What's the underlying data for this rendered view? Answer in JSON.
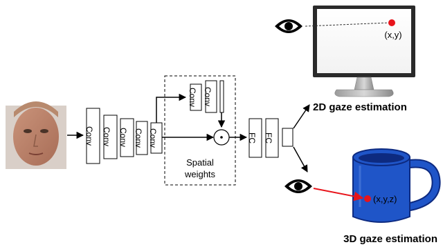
{
  "network": {
    "conv_layers": [
      "Conv",
      "Conv",
      "Conv",
      "Conv",
      "Conv"
    ],
    "spatial_branch": [
      "Conv",
      "Conv"
    ],
    "fc_layers": [
      "FC",
      "FC"
    ],
    "multiply_symbol": "⊙",
    "spatial_weights_line1": "Spatial",
    "spatial_weights_line2": "weights"
  },
  "outputs": {
    "gaze2d": {
      "label": "2D gaze estimation",
      "point_label": "(x,y)"
    },
    "gaze3d": {
      "label": "3D gaze estimation",
      "point_label": "(x,y,z)"
    }
  },
  "colors": {
    "gaze_point": "#e8141b",
    "mug_blue": "#1f55c8",
    "mug_dark": "#0d2a80",
    "monitor_frame": "#2a2a2a"
  },
  "icons": [
    "eye-icon",
    "monitor-icon",
    "mug-icon",
    "face-image"
  ]
}
